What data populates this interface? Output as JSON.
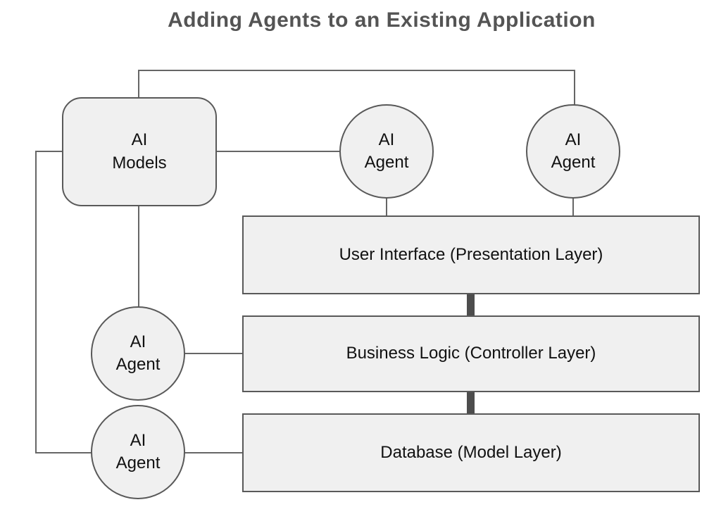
{
  "title": "Adding Agents to an Existing Application",
  "colors": {
    "background": "#ffffff",
    "shape_fill": "#f0f0f0",
    "shape_border": "#595959",
    "connector": "#666666",
    "thick_connector": "#4d4d4d",
    "title_text": "#545454",
    "node_text": "#111111"
  },
  "nodes": {
    "ai_models": {
      "label": "AI\nModels"
    },
    "agent_top_center": {
      "label": "AI\nAgent"
    },
    "agent_top_right": {
      "label": "AI\nAgent"
    },
    "agent_left_middle": {
      "label": "AI\nAgent"
    },
    "agent_left_bottom": {
      "label": "AI\nAgent"
    }
  },
  "layers": [
    {
      "label": "User Interface (Presentation Layer)"
    },
    {
      "label": "Business Logic (Controller Layer)"
    },
    {
      "label": "Database (Model Layer)"
    }
  ]
}
